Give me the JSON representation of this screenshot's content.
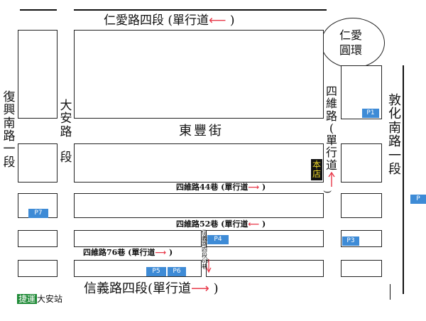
{
  "map": {
    "roads": {
      "renai": {
        "name": "仁愛路四段",
        "note": "(單行道",
        "arrow": "⟵",
        "close": ")"
      },
      "renai_circle": {
        "line1": "仁愛",
        "line2": "圓環"
      },
      "dongfeng": {
        "name": "東豐街"
      },
      "fuxing": {
        "chars": [
          "復",
          "興",
          "南",
          "路",
          "一",
          "段"
        ]
      },
      "daan": {
        "chars": [
          "大",
          "安",
          "路",
          "",
          "段"
        ]
      },
      "siwei": {
        "chars": [
          "四",
          "維",
          "路",
          "(",
          "單",
          "行",
          "道"
        ]
      },
      "dunhua": {
        "chars": [
          "敦",
          "化",
          "南",
          "路",
          "一",
          "段"
        ]
      },
      "lane44": {
        "name": "四維路44巷",
        "note": "(單行道",
        "arrow": "⟶",
        "close": ")"
      },
      "lane52": {
        "name": "四維路52巷",
        "note": "(單行道",
        "arrow": "⟵",
        "close": ")"
      },
      "lane76": {
        "name": "四維路76巷",
        "note": "(單行道",
        "arrow": "⟶",
        "close": ")"
      },
      "lane69": {
        "chars": [
          "信",
          "義",
          "路",
          "四",
          "段",
          "69",
          "巷"
        ]
      },
      "xinyi": {
        "name": "信義路四段",
        "note": "(單行道",
        "arrow": "⟶",
        "close": ")"
      }
    },
    "parking": [
      "P1",
      "P3",
      "P4",
      "P5",
      "P6",
      "P7",
      "P"
    ],
    "store": {
      "line1": "本",
      "line2": "店"
    },
    "mrt": {
      "badge": "捷運",
      "station": "大安站"
    }
  },
  "colors": {
    "arrow": "#e8394a",
    "parking": "#3e8bd6",
    "store_bg": "#111111",
    "store_text": "#f2dc2b",
    "mrt": "#1e8a36"
  }
}
